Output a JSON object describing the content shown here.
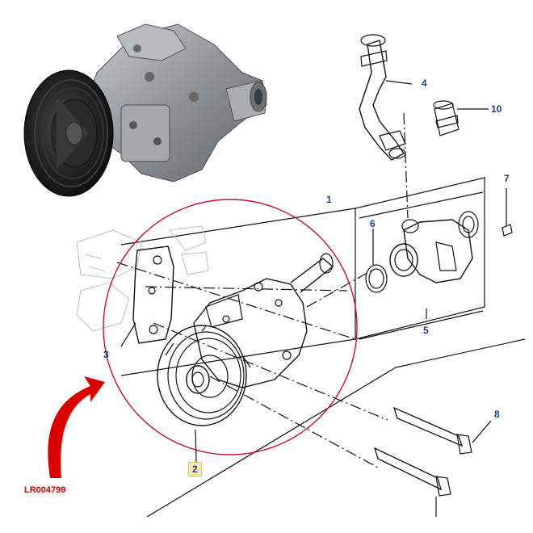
{
  "part_number": "LR004799",
  "colors": {
    "line": "#111111",
    "callout": "#1f3a99",
    "circle": "#c8102e",
    "arrow": "#d90000",
    "highlight": "#fbe9a6",
    "photo_body": "#9aa0a3",
    "photo_dark": "#2a2a2a"
  },
  "callouts": {
    "c1": "1",
    "c2": "2",
    "c3": "3",
    "c4": "4",
    "c5": "5",
    "c6": "6",
    "c7": "7",
    "c8": "8",
    "c10": "10"
  },
  "icons": {
    "pointer": "red-curved-arrow-icon",
    "photo": "water-pump-photo"
  }
}
